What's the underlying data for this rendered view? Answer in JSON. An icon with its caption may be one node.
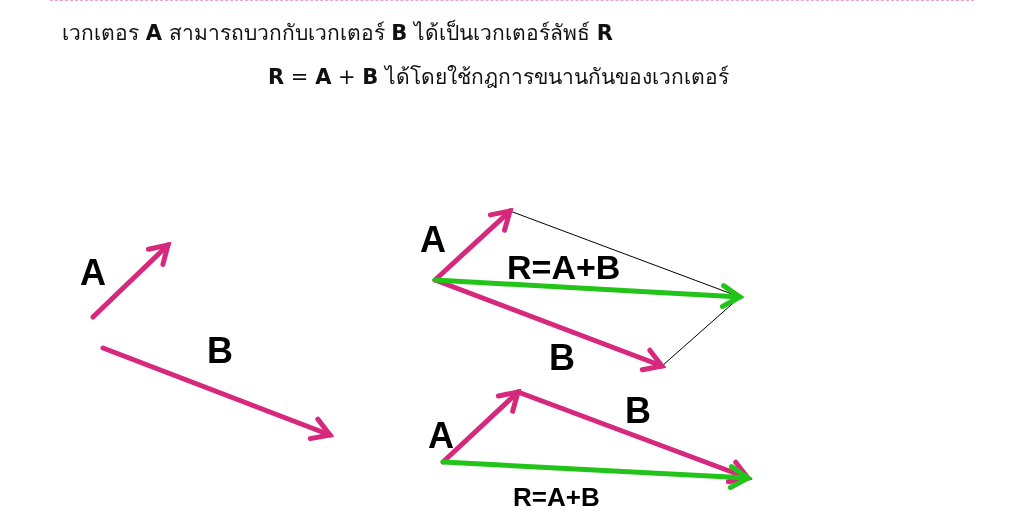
{
  "diagram": {
    "labels": [
      "เวกเตอร **A** สามารถบวกกับเวกเตอร์ **B** ได้เป็นเวกเตอร์ลัพธ์ **R**",
      "**R** = **A** + **B** ได้โดยใช้กฎการขนานกันของเวกเตอร์",
      "A",
      "B",
      "A",
      "R=A+B",
      "B",
      "A",
      "B",
      "R=A+B"
    ]
  }
}
